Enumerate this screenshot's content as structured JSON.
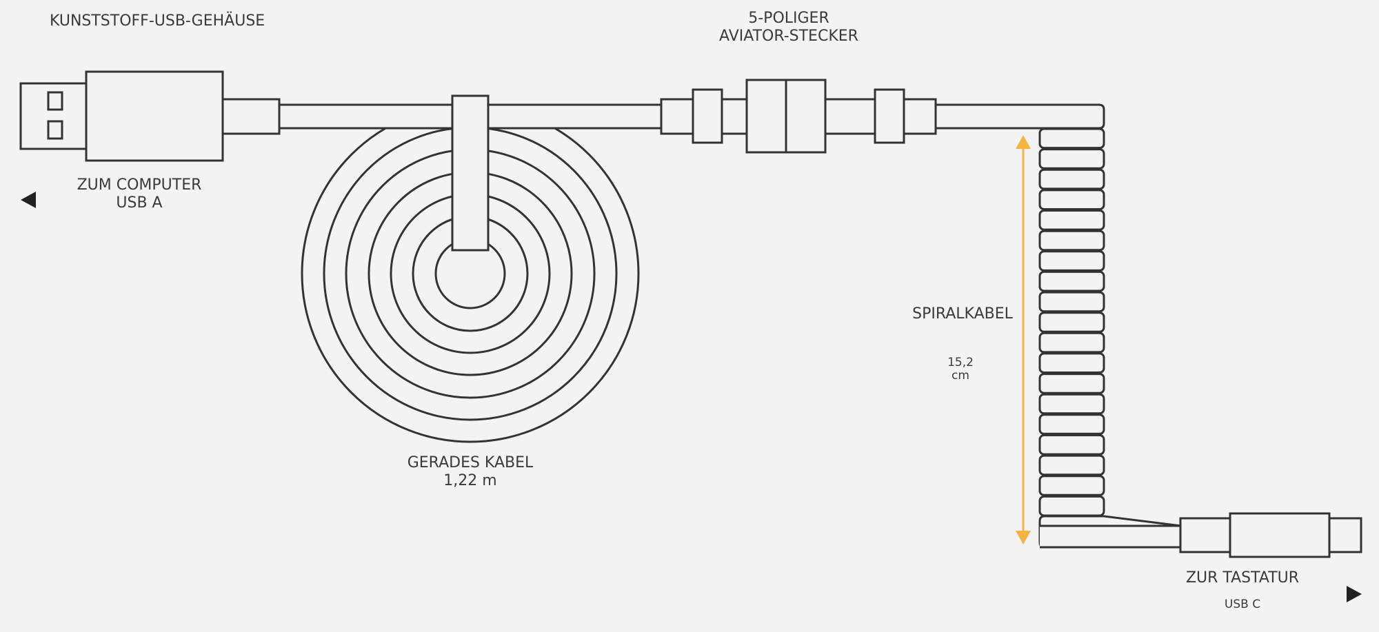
{
  "labels": {
    "usb_housing": "KUNSTSTOFF-USB-GEHÄUSE",
    "aviator_line1": "5-POLIGER",
    "aviator_line2": "AVIATOR-STECKER",
    "computer_line1": "ZUM COMPUTER",
    "computer_line2": "USB A",
    "straight_cable_line1": "GERADES KABEL",
    "straight_cable_line2": "1,22 m",
    "coil_cable": "SPIRALKABEL",
    "coil_length_value": "15,2",
    "coil_length_unit": "cm",
    "keyboard": "ZUR TASTATUR",
    "keyboard_connector": "USB C"
  },
  "icons": {
    "left_arrow": "triangle-left-icon",
    "right_arrow": "triangle-right-icon"
  },
  "colors": {
    "background": "#f3f3f3",
    "line": "#333333",
    "dimension_arrow": "#f5b342",
    "text": "#3a3a3a"
  }
}
